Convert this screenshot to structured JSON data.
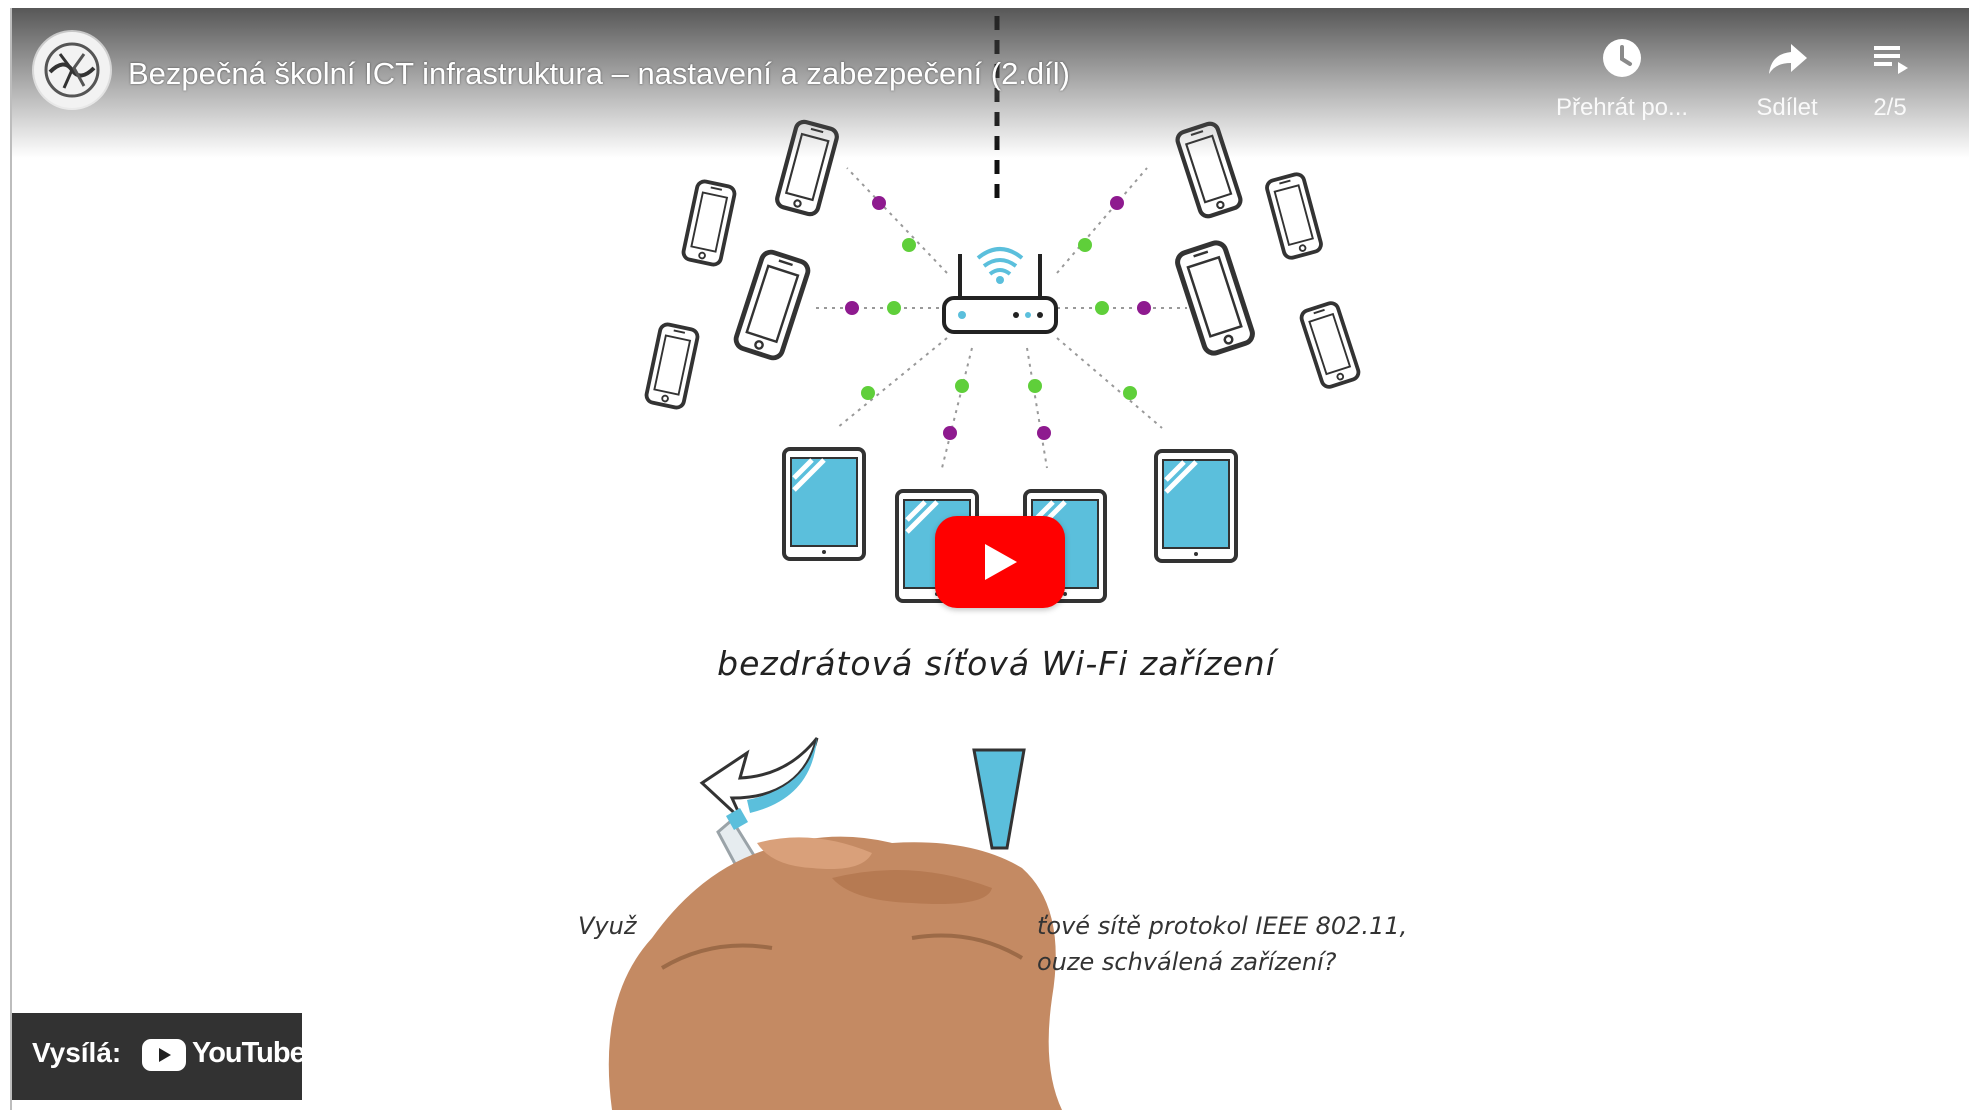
{
  "video": {
    "title": "Bezpečná školní ICT infrastruktura – nastavení a zabezpečení (2.díl)"
  },
  "controls": {
    "watch_later_label": "Přehrát po...",
    "share_label": "Sdílet",
    "playlist_label": "2/5"
  },
  "content": {
    "caption": "bezdrátová síťová Wi-Fi zařízení",
    "question_left": "Využ",
    "question_right_line1": "ťové sítě protokol IEEE 802.11,",
    "question_right_line2": "ouze schválená zařízení?"
  },
  "watermark": {
    "label": "Vysílá:",
    "brand": "YouTube"
  },
  "colors": {
    "play_red": "#ff0000",
    "tablet_blue": "#5bbfdc",
    "dot_green": "#5fcf3a",
    "dot_purple": "#8e1a8f"
  },
  "icons": [
    "channel-logo-icon",
    "clock-icon",
    "share-arrow-icon",
    "playlist-icon",
    "play-icon",
    "youtube-icon"
  ]
}
